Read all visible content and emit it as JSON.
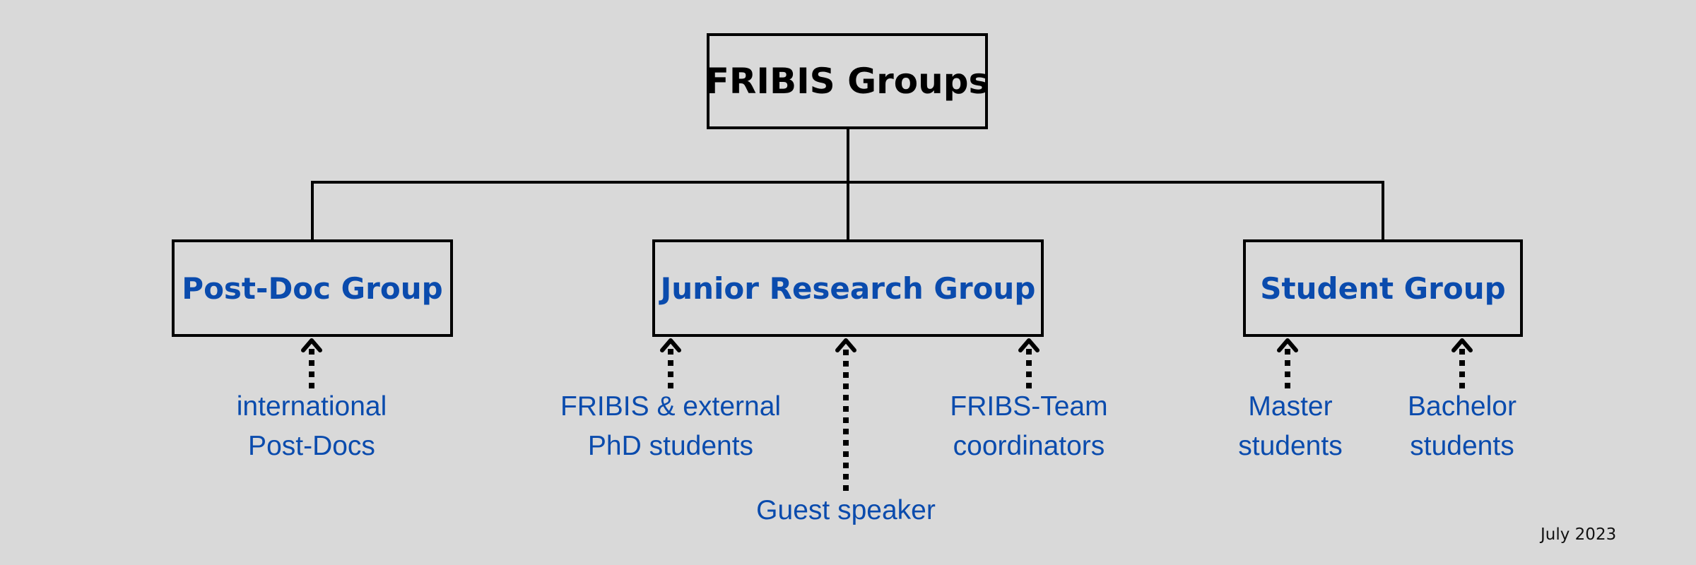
{
  "diagram": {
    "root": {
      "label": "FRIBIS Groups"
    },
    "groups": [
      {
        "label": "Post-Doc Group",
        "members": [
          {
            "lines": [
              "international",
              "Post-Docs"
            ]
          }
        ]
      },
      {
        "label": "Junior Research Group",
        "members": [
          {
            "lines": [
              "FRIBIS & external",
              "PhD students"
            ]
          },
          {
            "lines": [
              "Guest speaker"
            ]
          },
          {
            "lines": [
              "FRIBS-Team",
              "coordinators"
            ]
          }
        ]
      },
      {
        "label": "Student Group",
        "members": [
          {
            "lines": [
              "Master",
              "students"
            ]
          },
          {
            "lines": [
              "Bachelor",
              "students"
            ]
          }
        ]
      }
    ],
    "date": "July 2023",
    "colors": {
      "background": "#d9d9d9",
      "group_text": "#0a4bad",
      "lines": "#000000"
    }
  }
}
